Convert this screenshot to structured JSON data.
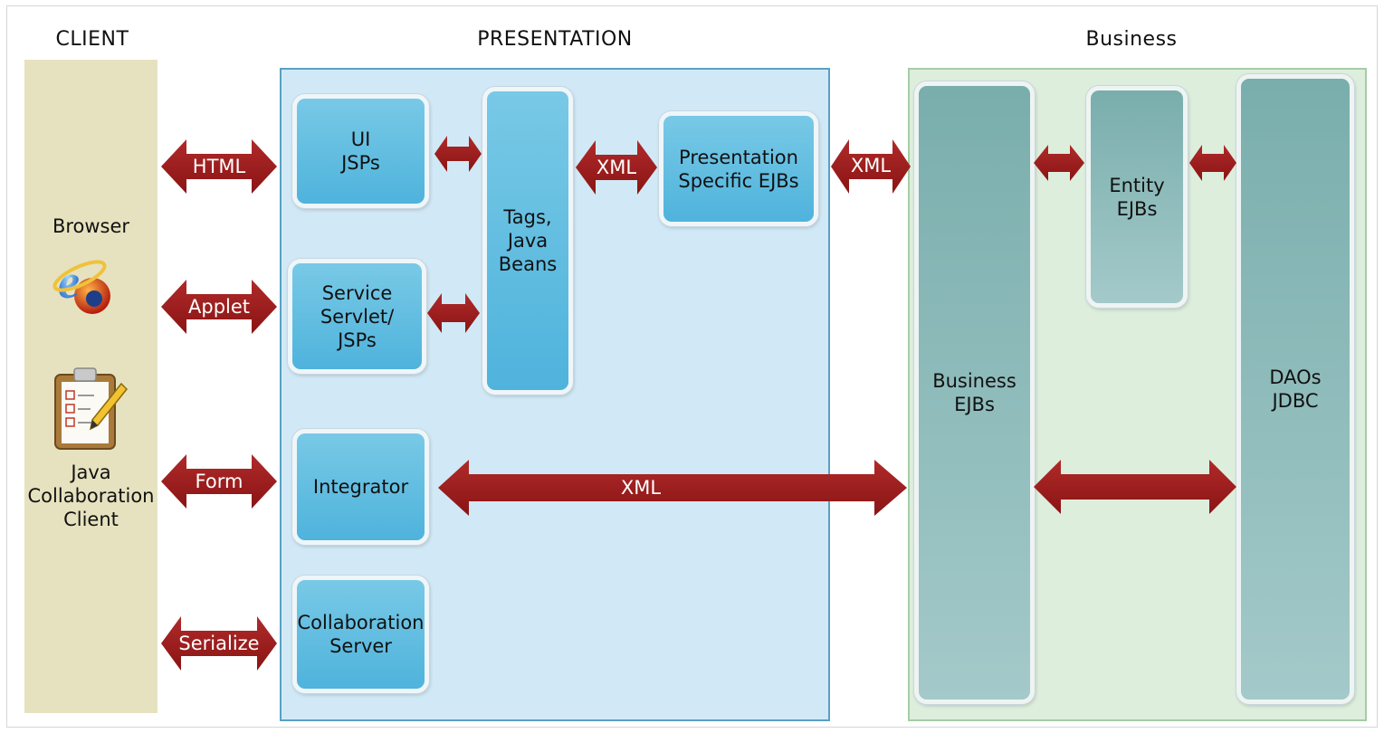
{
  "columns": {
    "client": "CLIENT",
    "presentation": "PRESENTATION",
    "business": "Business"
  },
  "client": {
    "browser_label": "Browser",
    "browser_icon": "browser-icon",
    "java_client_label": "Java Collaboration Client",
    "java_client_icon": "clipboard-icon"
  },
  "presentation": {
    "ui_jsps": "UI JSPs",
    "service_servlet": "Service Servlet/ JSPs",
    "tags_beans": "Tags, Java Beans",
    "pres_ejbs": "Presentation Specific EJBs",
    "integrator": "Integrator",
    "collab_server": "Collaboration Server"
  },
  "business": {
    "business_ejbs": "Business EJBs",
    "entity_ejbs": "Entity EJBs",
    "daos": "DAOs JDBC"
  },
  "arrows": {
    "html": "HTML",
    "applet": "Applet",
    "form": "Form",
    "serialize": "Serialize",
    "xml_tags_pres": "XML",
    "xml_pres_biz": "XML",
    "xml_integrator": "XML"
  },
  "colors": {
    "arrow": "#9b1b1b",
    "client_bg": "#e6e2bf",
    "presentation_bg": "#d1e9f6",
    "business_bg": "#ddeedd",
    "box_blue": "#5bbde2",
    "box_teal": "#8fbcbc"
  }
}
